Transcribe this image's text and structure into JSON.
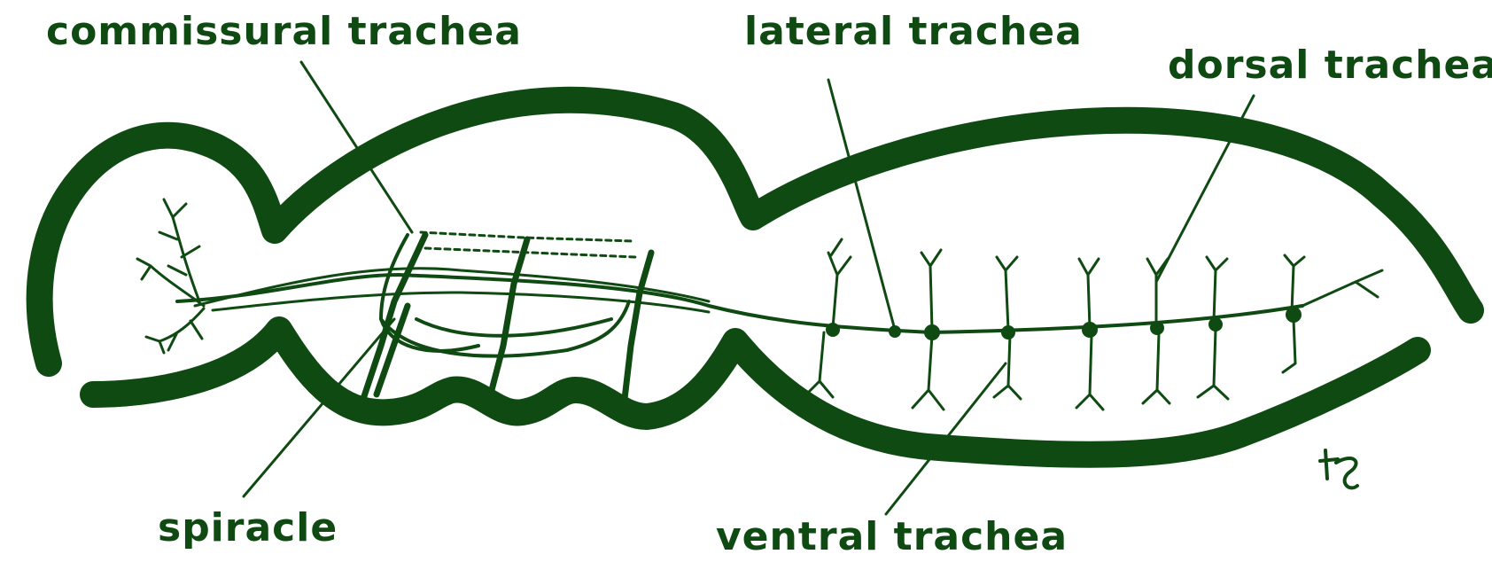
{
  "labels": {
    "commissural": "commissural trachea",
    "lateral": "lateral trachea",
    "dorsal": "dorsal trachea",
    "spiracle": "spiracle",
    "ventral": "ventral trachea"
  },
  "colors": {
    "ink": "#0f4a12",
    "background": "#ffffff"
  },
  "signature": "initials mark (handwritten)"
}
